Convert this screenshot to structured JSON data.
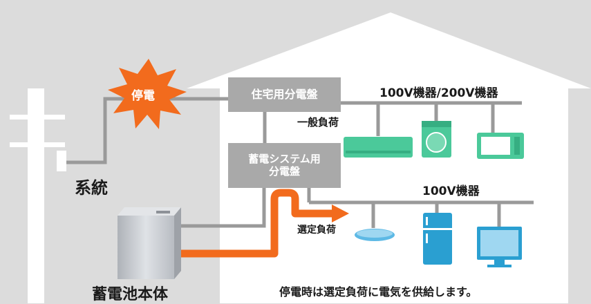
{
  "labels": {
    "blackout": "停電",
    "grid": "系統",
    "house_panel": "住宅用分電盤",
    "storage_panel_line1": "蓄電システム用",
    "storage_panel_line2": "分電盤",
    "appliances_100_200": "100V機器/200V機器",
    "general_load": "一般負荷",
    "appliances_100": "100V機器",
    "selected_load": "選定負荷",
    "battery_unit": "蓄電池本体",
    "caption": "停電時は選定負荷に電気を供給します。"
  },
  "icons": [
    "utility-pole-icon",
    "starburst-icon",
    "air-conditioner-icon",
    "washing-machine-icon",
    "microwave-icon",
    "ceiling-light-icon",
    "refrigerator-icon",
    "television-icon",
    "battery-unit-icon"
  ],
  "colors": {
    "background": "#dcdcdc",
    "house": "#ffffff",
    "wire": "#9a9a9a",
    "panel": "#a9a9a9",
    "power_flow": "#f26b1d",
    "starburst": "#f26b1d",
    "appliance_green": "#4bc99a",
    "appliance_blue": "#2a9fd1",
    "battery": "#c9ccd1"
  }
}
